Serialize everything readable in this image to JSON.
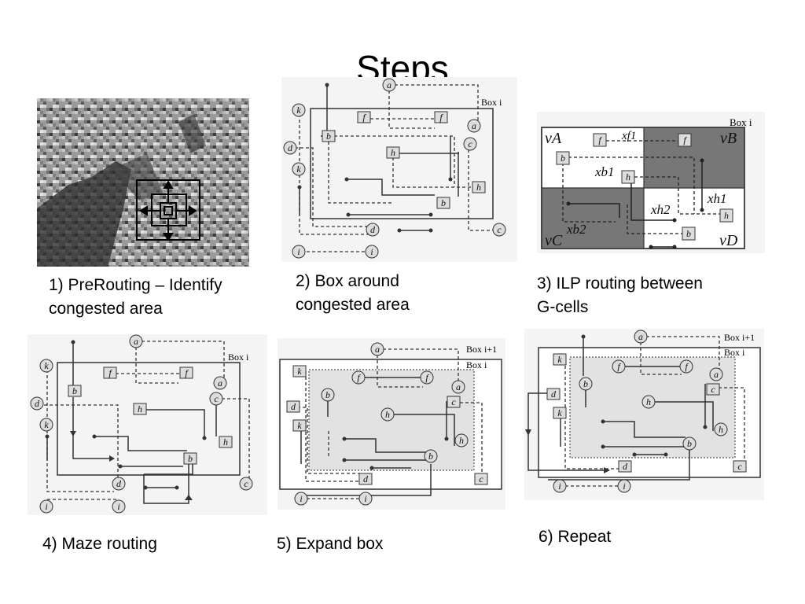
{
  "title": "Steps",
  "steps": [
    {
      "caption": "1) PreRouting – Identify\ncongested area"
    },
    {
      "caption": "2) Box around\ncongested area"
    },
    {
      "caption": "3) ILP routing between\nG-cells"
    },
    {
      "caption": "4) Maze routing"
    },
    {
      "caption": "5) Expand box"
    },
    {
      "caption": "6) Repeat"
    }
  ],
  "labels": {
    "box_i": "Box i",
    "box_i1": "Box i+1",
    "nets": [
      "a",
      "b",
      "c",
      "d",
      "f",
      "h",
      "i",
      "k"
    ],
    "vA": "vA",
    "vB": "vB",
    "vC": "vC",
    "vD": "vD",
    "xf1": "xf1",
    "xb1": "xb1",
    "xb2": "xb2",
    "xh1": "xh1",
    "xh2": "xh2"
  }
}
